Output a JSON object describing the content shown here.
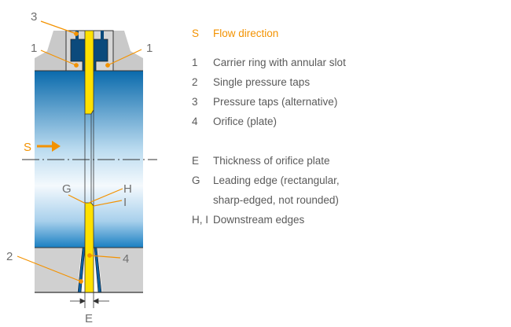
{
  "colors": {
    "accent": "#f39200",
    "plate": "#ffe100",
    "pipe_dark": "#0a6aac",
    "flange": "#c9c9c9",
    "slot": "#0b4a7c"
  },
  "diagram_labels": {
    "s": "S",
    "one_left": "1",
    "one_right": "1",
    "two": "2",
    "three": "3",
    "four": "4",
    "e": "E",
    "g": "G",
    "h": "H",
    "i": "I"
  },
  "legend": {
    "flow": {
      "key": "S",
      "text": "Flow direction"
    },
    "items": [
      {
        "key": "1",
        "text": "Carrier ring with annular slot"
      },
      {
        "key": "2",
        "text": "Single pressure taps"
      },
      {
        "key": "3",
        "text": "Pressure taps (alternative)"
      },
      {
        "key": "4",
        "text": "Orifice (plate)"
      },
      {
        "key": "E",
        "text": "Thickness of orifice plate"
      },
      {
        "key": "G",
        "text": "Leading edge (rectangular,"
      },
      {
        "key": "",
        "text": "sharp-edged, not rounded)"
      },
      {
        "key": "H, I",
        "text": "Downstream edges"
      }
    ]
  }
}
